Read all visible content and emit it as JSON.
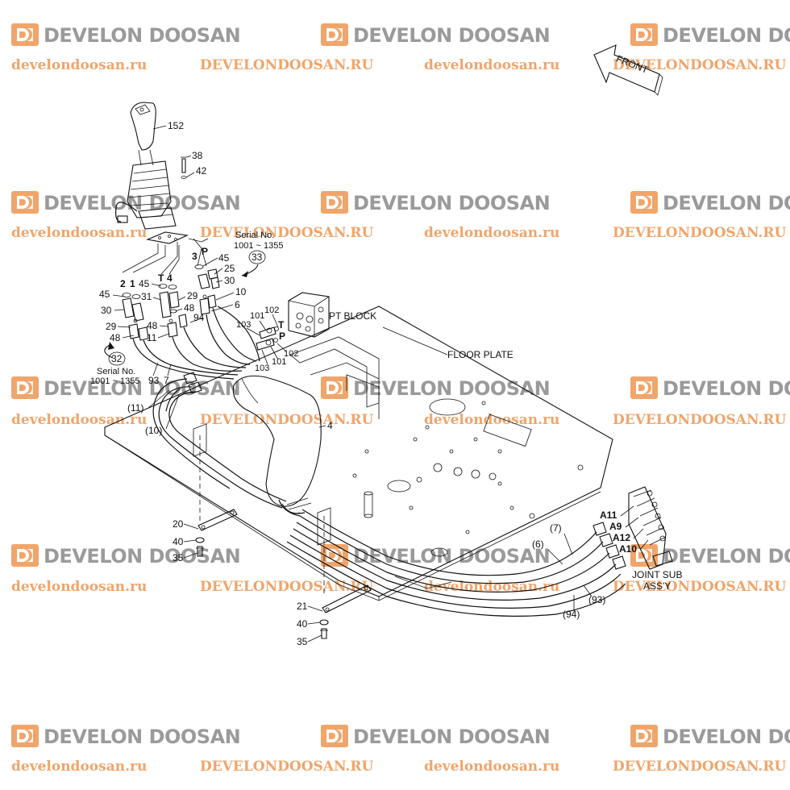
{
  "watermark": {
    "brand": "DEVELON DOOSAN",
    "url_lower": "develondoosan.ru",
    "url_upper": "DEVELONDOOSAN.RU",
    "logo_color": "#f0a56b",
    "text_color": "#9a9a9a"
  },
  "front_label": "FRONT",
  "callouts": {
    "p152": "152",
    "p38": "38",
    "p42": "42",
    "serial_top_line1": "Serial No.",
    "serial_top_line2": "1001 ~ 1355",
    "c33": "33",
    "port3": "3",
    "portP1": "P",
    "p45a": "45",
    "p25": "25",
    "p30a": "30",
    "port2": "2",
    "port1": "1",
    "portT1": "T",
    "port4": "4",
    "p45b": "45",
    "p45c": "45",
    "p31": "31",
    "p29a": "29",
    "p48a": "48",
    "p30b": "30",
    "p10": "10",
    "p6": "6",
    "p94a": "94",
    "p29b": "29",
    "p48b": "48",
    "p48c": "48",
    "p11": "11",
    "p101a": "101",
    "p102a": "102",
    "p103a": "103",
    "portT2": "T",
    "portP2": "P",
    "pt_block": "PT BLOCK",
    "p103b": "103",
    "p102b": "102",
    "p101b": "101",
    "floor_plate": "FLOOR PLATE",
    "c32": "32",
    "serial_bot_line1": "Serial No.",
    "serial_bot_line2": "1001 ~ 1355",
    "p93a": "93",
    "p7": "7",
    "p11p": "(11)",
    "p10p": "(10)",
    "p4": "4",
    "p20": "20",
    "p40a": "40",
    "p35a": "35",
    "p21": "21",
    "p40b": "40",
    "p35b": "35",
    "p7p": "(7)",
    "p6p": "(6)",
    "p93p": "(93)",
    "p94p": "(94)",
    "a11": "A11",
    "a9": "A9",
    "a12": "A12",
    "a10": "A10",
    "joint_line1": "JOINT SUB",
    "joint_line2": "ASS'Y"
  }
}
